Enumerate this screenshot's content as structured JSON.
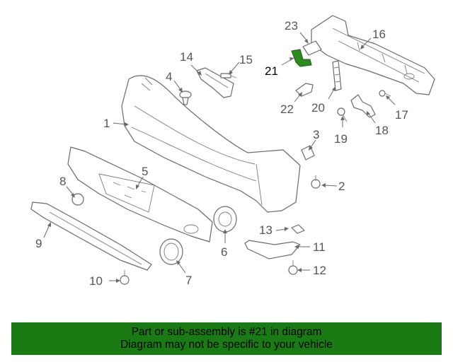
{
  "highlight_color": "#2e8b1f",
  "banner_color": "#1a7a14",
  "callouts": [
    "1",
    "2",
    "3",
    "4",
    "5",
    "6",
    "7",
    "8",
    "9",
    "10",
    "11",
    "12",
    "13",
    "14",
    "15",
    "16",
    "17",
    "18",
    "19",
    "20",
    "21",
    "22",
    "23"
  ],
  "highlighted_callout": "21",
  "footer": {
    "line1": "Part or sub-assembly is #21 in diagram",
    "line2": "Diagram may not be specific to your vehicle"
  }
}
